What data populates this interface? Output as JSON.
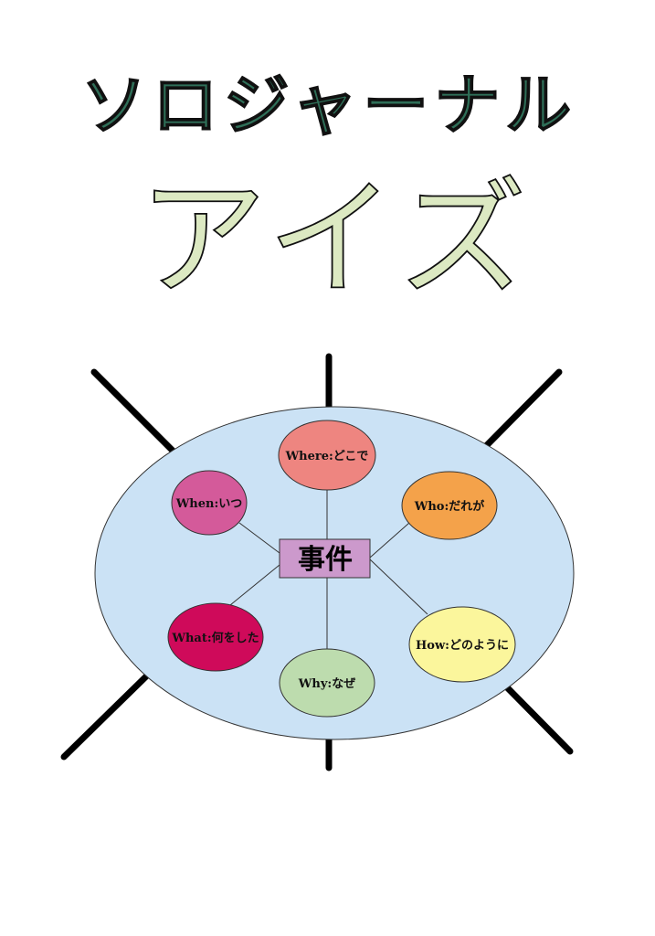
{
  "title": {
    "line1": "ソロジャーナル",
    "line2": "アイズ",
    "line1_color": "#2f6f58",
    "line2_color": "#dce9c2"
  },
  "diagram": {
    "center_label": "事件",
    "center_color": "#cc99cc",
    "background_color": "#cbe2f5",
    "nodes": [
      {
        "label": "Where:どこで",
        "color": "#ee8580"
      },
      {
        "label": "When:いつ",
        "color": "#d45a9a"
      },
      {
        "label": "Who:だれが",
        "color": "#f4a24a"
      },
      {
        "label": "What:何をした",
        "color": "#cf0a5a"
      },
      {
        "label": "Why:なぜ",
        "color": "#bddcae"
      },
      {
        "label": "How:どのように",
        "color": "#fbf69c"
      }
    ]
  }
}
